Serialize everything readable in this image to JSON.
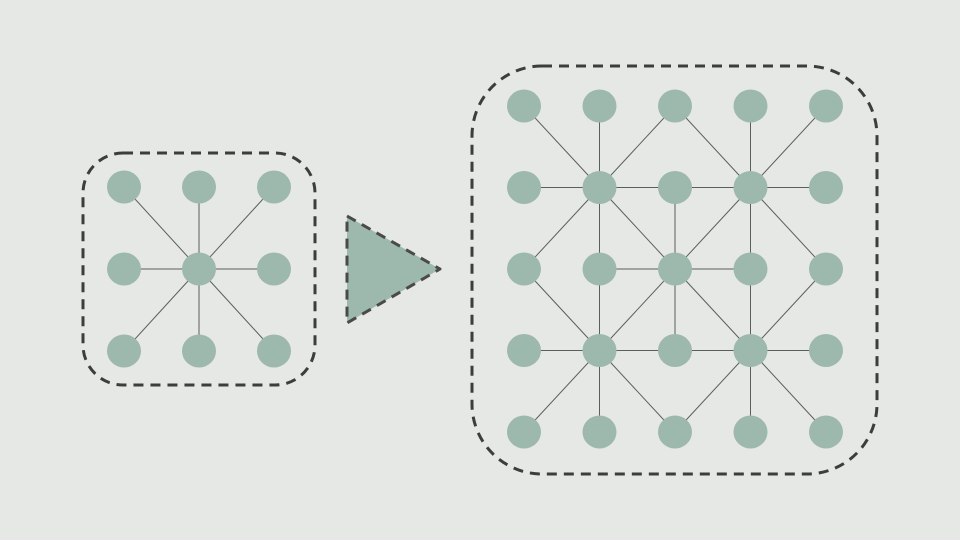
{
  "colors": {
    "background": "#e6e8e5",
    "node": "#9db8ad",
    "frame": "#3d3d3d",
    "edge": "#5a5e5c"
  },
  "diagram": {
    "small_grid": {
      "rows": 3,
      "cols": 3,
      "hubs": [
        [
          1,
          1
        ]
      ]
    },
    "large_grid": {
      "rows": 5,
      "cols": 5,
      "hubs": [
        [
          1,
          1
        ],
        [
          1,
          3
        ],
        [
          2,
          2
        ],
        [
          3,
          1
        ],
        [
          3,
          3
        ]
      ]
    }
  }
}
